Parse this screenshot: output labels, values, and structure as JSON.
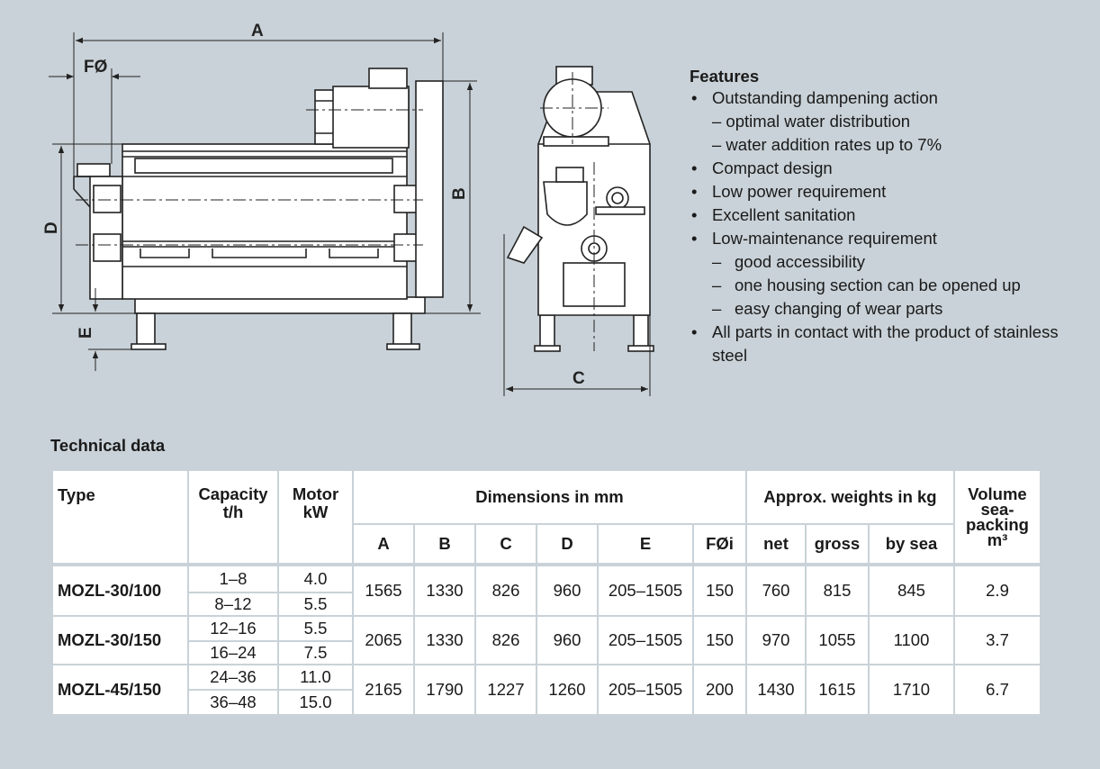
{
  "drawing": {
    "dim_labels": {
      "A": "A",
      "F": "FØ",
      "B": "B",
      "D": "D",
      "E": "E",
      "C": "C"
    }
  },
  "features": {
    "title": "Features",
    "items": [
      {
        "kind": "main",
        "text": "Outstanding dampening action"
      },
      {
        "kind": "sub",
        "text": "– optimal water distribution"
      },
      {
        "kind": "sub",
        "text": "– water addition rates up to 7%"
      },
      {
        "kind": "main",
        "text": "Compact design"
      },
      {
        "kind": "main",
        "text": "Low power requirement"
      },
      {
        "kind": "main",
        "text": "Excellent sanitation"
      },
      {
        "kind": "main",
        "text": "Low-maintenance requirement"
      },
      {
        "kind": "sub2",
        "text": "good accessibility"
      },
      {
        "kind": "sub2",
        "text": "one housing section can be opened up"
      },
      {
        "kind": "sub2",
        "text": "easy changing of wear parts"
      },
      {
        "kind": "main",
        "text": "All parts in contact with the product of stainless steel"
      }
    ]
  },
  "tech": {
    "title": "Technical data",
    "headers": {
      "type": "Type",
      "capacity": "Capacity t/h",
      "motor": "Motor kW",
      "dimensions": "Dimensions in mm",
      "weights": "Approx. weights in kg",
      "volume": "Volume sea-packing m³",
      "dim_cols": [
        "A",
        "B",
        "C",
        "D",
        "E",
        "FØi"
      ],
      "weight_cols": [
        "net",
        "gross",
        "by sea"
      ]
    },
    "rows": [
      {
        "type": "MOZL-30/100",
        "capacity": [
          "1–8",
          "8–12"
        ],
        "motor": [
          "4.0",
          "5.5"
        ],
        "dims": [
          "1565",
          "1330",
          "826",
          "960",
          "205–1505",
          "150"
        ],
        "weights": [
          "760",
          "815",
          "845"
        ],
        "volume": "2.9"
      },
      {
        "type": "MOZL-30/150",
        "capacity": [
          "12–16",
          "16–24"
        ],
        "motor": [
          "5.5",
          "7.5"
        ],
        "dims": [
          "2065",
          "1330",
          "826",
          "960",
          "205–1505",
          "150"
        ],
        "weights": [
          "970",
          "1055",
          "1100"
        ],
        "volume": "3.7"
      },
      {
        "type": "MOZL-45/150",
        "capacity": [
          "24–36",
          "36–48"
        ],
        "motor": [
          "11.0",
          "15.0"
        ],
        "dims": [
          "2165",
          "1790",
          "1227",
          "1260",
          "205–1505",
          "200"
        ],
        "weights": [
          "1430",
          "1615",
          "1710"
        ],
        "volume": "6.7"
      }
    ]
  }
}
